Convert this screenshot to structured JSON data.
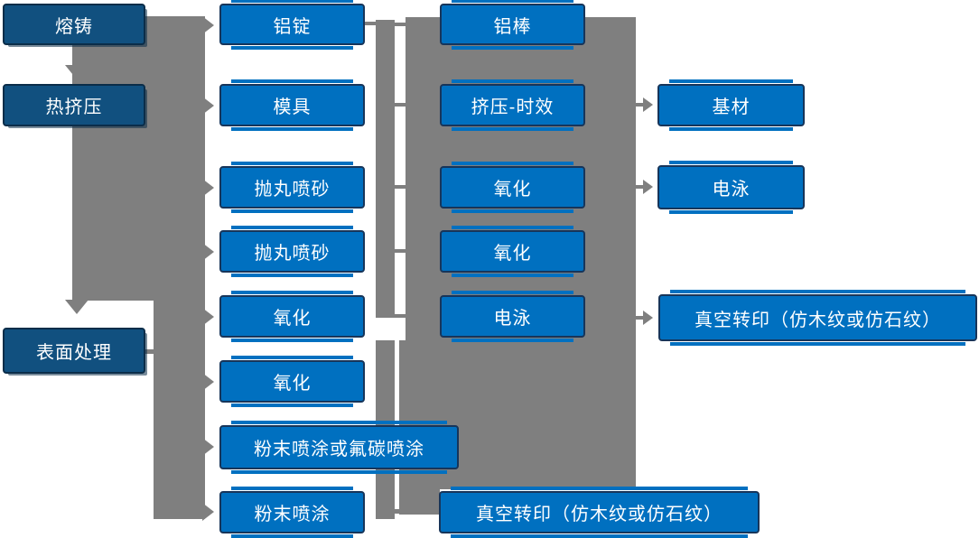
{
  "diagram": {
    "type": "flowchart",
    "description": "Aluminum profile production process flow",
    "stages": [
      "熔铸",
      "热挤压",
      "表面处理"
    ],
    "col2": [
      "铝锭",
      "模具",
      "抛丸喷砂",
      "抛丸喷砂",
      "氧化",
      "氧化",
      "粉末喷涂或氟碳喷涂",
      "粉末喷涂"
    ],
    "col3": [
      "铝棒",
      "挤压-时效",
      "氧化",
      "氧化",
      "电泳",
      "真空转印（仿木纹或仿石纹）"
    ],
    "col4": [
      "基材",
      "电泳",
      "真空转印（仿木纹或仿石纹）"
    ]
  },
  "colors": {
    "node_blue": "#0070c0",
    "node_dark_blue": "#11507f",
    "node_border": "#17355a",
    "connector_gray": "#7f7f7f",
    "text": "#ffffff",
    "background": "#ffffff"
  }
}
